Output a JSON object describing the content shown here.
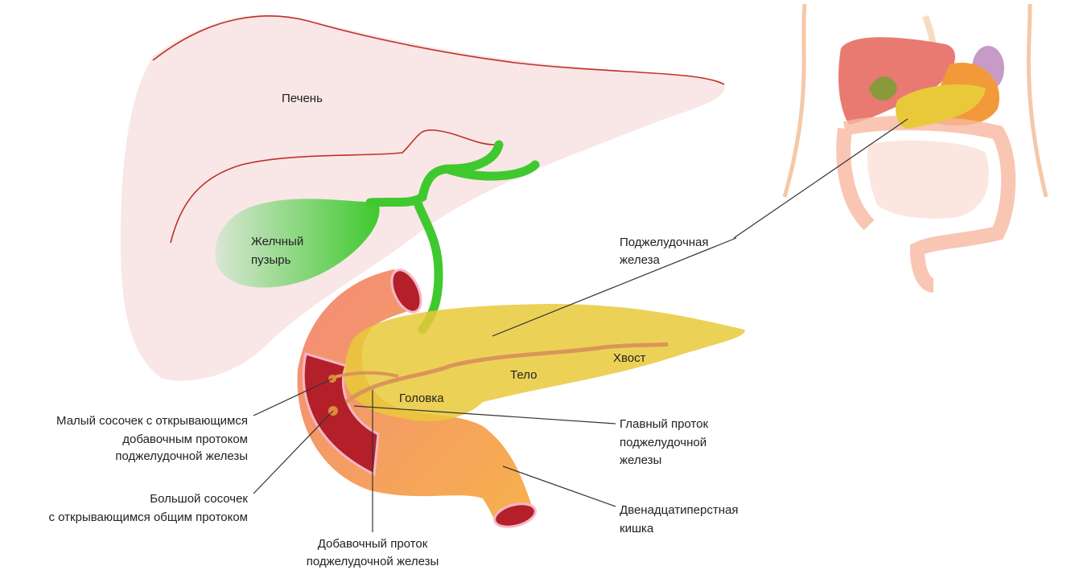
{
  "labels": {
    "liver": "Печень",
    "gallbladder": [
      "Желчный",
      "пузырь"
    ],
    "pancreas": [
      "Поджелудочная",
      "железа"
    ],
    "tail": "Хвост",
    "body": "Тело",
    "head": "Головка",
    "minor_papilla": [
      "Малый сосочек с открывающимся",
      "добавочным протоком",
      "поджелудочной железы"
    ],
    "major_papilla": [
      "Большой сосочек",
      "с открывающимся общим протоком"
    ],
    "main_duct": [
      "Главный проток",
      "поджелудочной",
      "железы"
    ],
    "duodenum": [
      "Двенадцатиперстная",
      "кишка"
    ],
    "accessory_duct": [
      "Добавочный проток",
      "поджелудочной железы"
    ]
  },
  "colors": {
    "liver": "#f9e6e6",
    "liver_outline": "#c0302a",
    "gallbladder": "#4fc43b",
    "pancreas": "#e9c93a",
    "duodenum": "#f4a07a",
    "duodenum_inner": "#b3202a"
  }
}
